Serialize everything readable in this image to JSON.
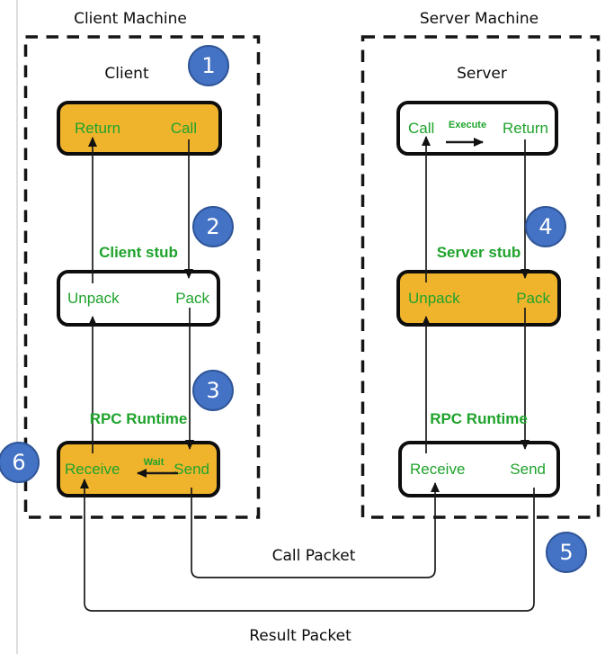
{
  "colors": {
    "accent_orange": "#F0B42C",
    "step_blue": "#4472C4",
    "step_blue_border": "#2F5597",
    "text_green": "#1FA32C",
    "line_black": "#1a1a1a"
  },
  "client_machine": {
    "title": "Client Machine",
    "client_label": "Client",
    "client_box": {
      "return": "Return",
      "call": "Call"
    },
    "stub_label": "Client stub",
    "stub_box": {
      "unpack": "Unpack",
      "pack": "Pack"
    },
    "runtime_label": "RPC Runtime",
    "runtime_box": {
      "receive": "Receive",
      "wait": "Wait",
      "send": "Send"
    }
  },
  "server_machine": {
    "title": "Server Machine",
    "server_label": "Server",
    "server_box": {
      "call": "Call",
      "execute": "Execute",
      "return": "Return"
    },
    "stub_label": "Server stub",
    "stub_box": {
      "unpack": "Unpack",
      "pack": "Pack"
    },
    "runtime_label": "RPC Runtime",
    "runtime_box": {
      "receive": "Receive",
      "send": "Send"
    }
  },
  "steps": [
    "1",
    "2",
    "3",
    "4",
    "5",
    "6"
  ],
  "packets": {
    "call": "Call Packet",
    "result": "Result Packet"
  }
}
